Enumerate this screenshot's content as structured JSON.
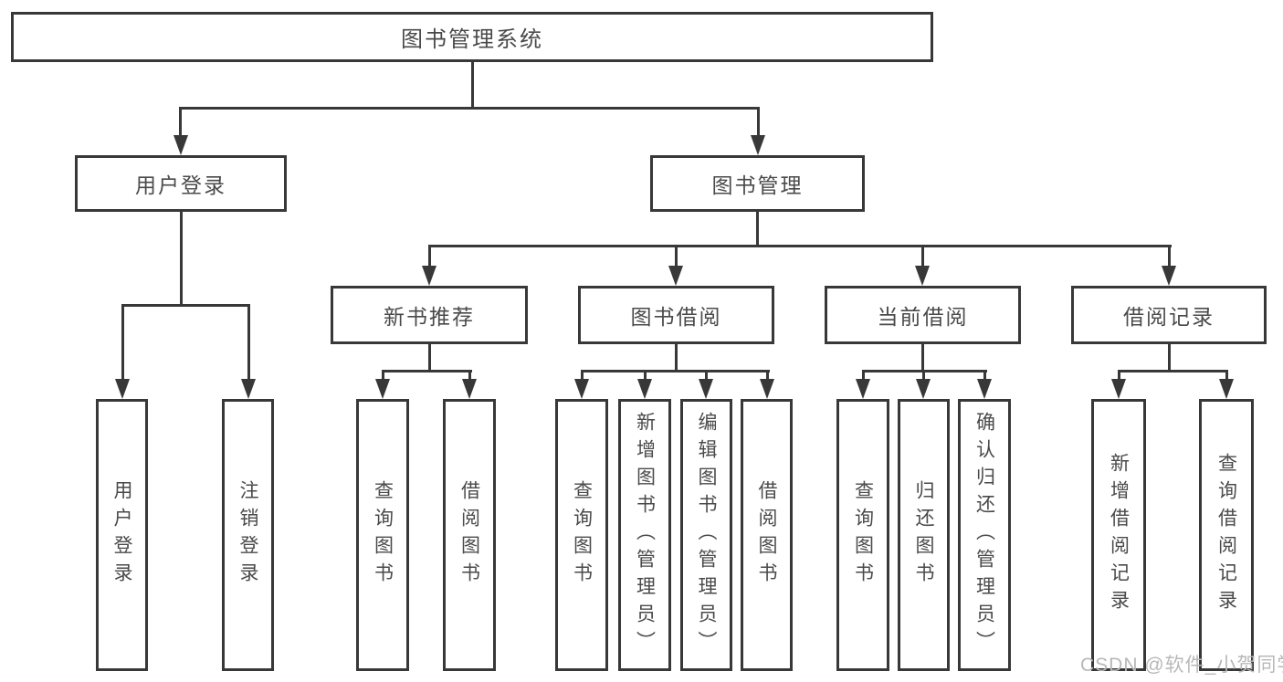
{
  "diagram": {
    "root": {
      "label": "图书管理系统"
    },
    "branches": [
      {
        "label": "用户登录",
        "children": [
          {
            "label": "用户登录"
          },
          {
            "label": "注销登录"
          }
        ]
      },
      {
        "label": "图书管理",
        "groups": [
          {
            "label": "新书推荐",
            "children": [
              {
                "label": "查询图书"
              },
              {
                "label": "借阅图书"
              }
            ]
          },
          {
            "label": "图书借阅",
            "children": [
              {
                "label": "查询图书"
              },
              {
                "label": "新增图书（管理员）"
              },
              {
                "label": "编辑图书（管理员）"
              },
              {
                "label": "借阅图书"
              }
            ]
          },
          {
            "label": "当前借阅",
            "children": [
              {
                "label": "查询图书"
              },
              {
                "label": "归还图书"
              },
              {
                "label": "确认归还（管理员）"
              }
            ]
          },
          {
            "label": "借阅记录",
            "children": [
              {
                "label": "新增借阅记录"
              },
              {
                "label": "查询借阅记录"
              }
            ]
          }
        ]
      }
    ]
  },
  "watermark": {
    "text": "CSDN @软件_小贺同学"
  },
  "colors": {
    "line": "#383838",
    "text": "#4a4a4a",
    "watermark": "#b8b8b8",
    "background": "#ffffff"
  }
}
